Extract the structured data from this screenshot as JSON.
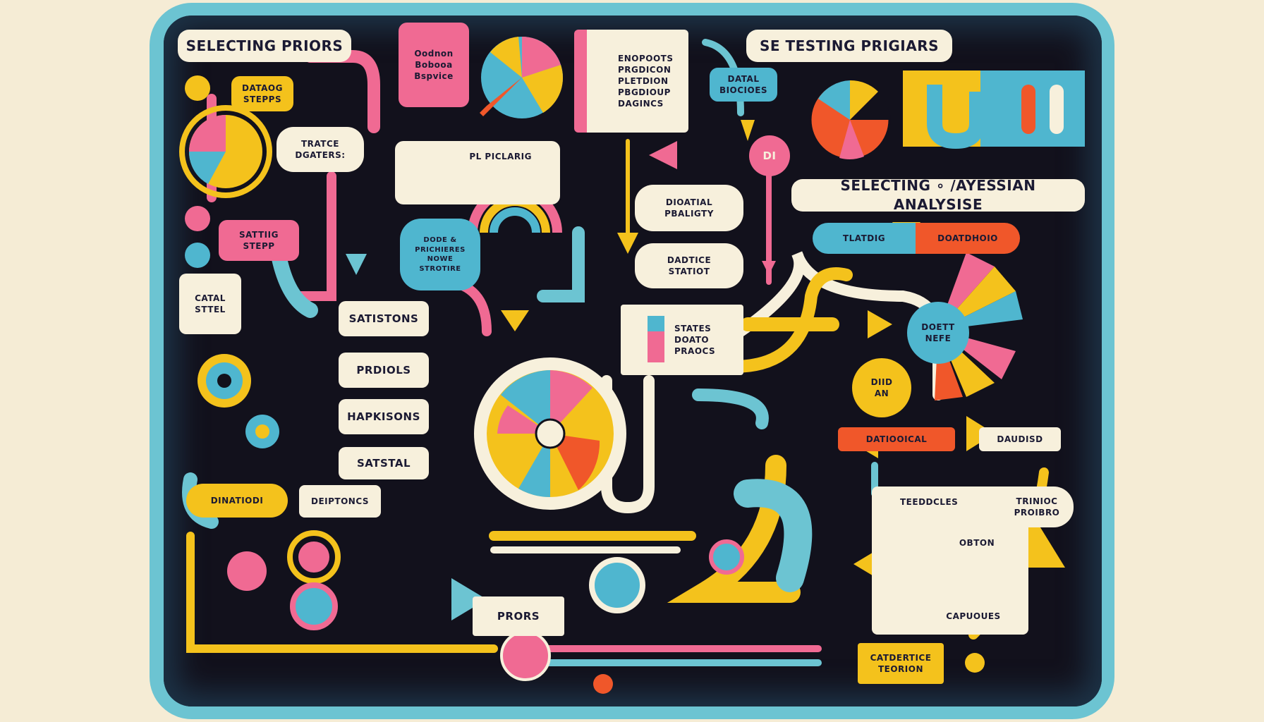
{
  "titles": {
    "selecting_priors": "SELECTING PRIORS",
    "testing_priors": "SE TESTING PRIGIARS",
    "bayesian_analysis": "SELECTING ∘ /AYESSIAN ANALYSISE"
  },
  "boxes": {
    "pink_top": [
      "Oodnon",
      "Bobooa",
      "Bspvice"
    ],
    "list_top": [
      "ENOPOOTS",
      "PRGDICON",
      "PLETDION",
      "PBGDIOUP",
      "DAGINCS"
    ],
    "data_steps": [
      "DATAOG",
      "STEPPS"
    ],
    "trace": [
      "TRATCE",
      "DGATERS:"
    ],
    "plot_label": "PL PICLARIG",
    "data_biocioes": [
      "DATAL",
      "BIOCIOES"
    ],
    "di_circle": "DI",
    "digital_reality": [
      "DIOATIAL",
      "PBALIGTY"
    ],
    "dadtice": [
      "DADTICE",
      "STATIOT"
    ],
    "node_structure": [
      "DODE &",
      "PRICHIERES",
      "NOWE",
      "STROTIRE"
    ],
    "setting_steps": [
      "SATTIIG",
      "STEPP"
    ],
    "tlatdig": "TLATDIG",
    "doatdhoio": "DOATDHOIO",
    "catal": [
      "CATAL",
      "STTEL"
    ],
    "states_list": [
      "STATES",
      "DOATO",
      "PRAOCS"
    ],
    "doett": [
      "DOETT",
      "NEFE"
    ],
    "diid": [
      "DIID",
      "AN"
    ],
    "datioocal": "DATIOOICAL",
    "daudisd": "DAUDISD",
    "dinatiodi": "DINATIODI",
    "deiptoncs": "DEIPTONCS",
    "teedcles": "TEEDDCLES",
    "trinioc": [
      "TRINIOC",
      "PROIBRO"
    ],
    "obton": "OBTON",
    "capuoues": "CAPUOUES",
    "prors": "PRORS",
    "catdertice": [
      "CATDERTICE",
      "TEORION"
    ]
  },
  "stack": [
    "SATISTONS",
    "PRDIOLS",
    "HAPKISONS",
    "SATSTAL"
  ],
  "colors": {
    "pink": "#f06a93",
    "yellow": "#f4c21c",
    "teal": "#4fb6cf",
    "orange": "#f0572a",
    "cream": "#f7f0dc",
    "ink": "#12111c"
  }
}
